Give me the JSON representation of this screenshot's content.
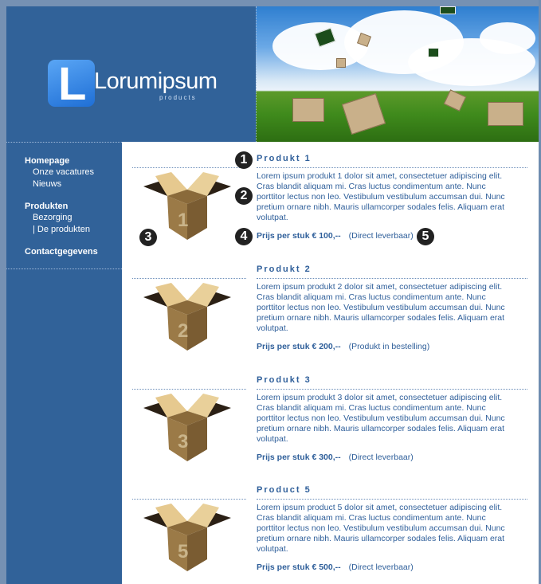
{
  "logo": {
    "brand": "Lorumipsum",
    "tagline": "products"
  },
  "nav": {
    "groups": [
      {
        "label": "Homepage",
        "items": [
          "Onze vacatures",
          "Nieuws"
        ]
      },
      {
        "label": "Produkten",
        "items": [
          "Bezorging",
          "| De produkten"
        ]
      },
      {
        "label": "Contactgegevens",
        "items": []
      }
    ]
  },
  "products": [
    {
      "title": "Produkt 1",
      "number": "1",
      "description": "Lorem ipsum produkt 1 dolor sit amet, consectetuer adipiscing elit. Cras blandit aliquam mi. Cras luctus condimentum ante. Nunc porttitor lectus non leo. Vestibulum vestibulum accumsan dui. Nunc pretium ornare nibh. Mauris ullamcorper sodales felis. Aliquam erat volutpat.",
      "price": "Prijs per stuk € 100,--",
      "availability": "(Direct leverbaar)"
    },
    {
      "title": "Produkt 2",
      "number": "2",
      "description": "Lorem ipsum produkt 2 dolor sit amet, consectetuer adipiscing elit. Cras blandit aliquam mi. Cras luctus condimentum ante. Nunc porttitor lectus non leo. Vestibulum vestibulum accumsan dui. Nunc pretium ornare nibh. Mauris ullamcorper sodales felis. Aliquam erat volutpat.",
      "price": "Prijs per stuk € 200,--",
      "availability": "(Produkt in bestelling)"
    },
    {
      "title": "Produkt 3",
      "number": "3",
      "description": "Lorem ipsum produkt 3 dolor sit amet, consectetuer adipiscing elit. Cras blandit aliquam mi. Cras luctus condimentum ante. Nunc porttitor lectus non leo. Vestibulum vestibulum accumsan dui. Nunc pretium ornare nibh. Mauris ullamcorper sodales felis. Aliquam erat volutpat.",
      "price": "Prijs per stuk € 300,--",
      "availability": "(Direct leverbaar)"
    },
    {
      "title": "Product 5",
      "number": "5",
      "description": "Lorem ipsum product 5 dolor sit amet, consectetuer adipiscing elit. Cras blandit aliquam mi. Cras luctus condimentum ante. Nunc porttitor lectus non leo. Vestibulum vestibulum accumsan dui. Nunc pretium ornare nibh. Mauris ullamcorper sodales felis. Aliquam erat volutpat.",
      "price": "Prijs per stuk € 500,--",
      "availability": "(Direct leverbaar)"
    }
  ],
  "annotations": [
    "1",
    "2",
    "3",
    "4",
    "5"
  ],
  "colors": {
    "brand_blue": "#316299",
    "text_blue": "#2f5f9a",
    "page_bg": "#7691b3"
  }
}
